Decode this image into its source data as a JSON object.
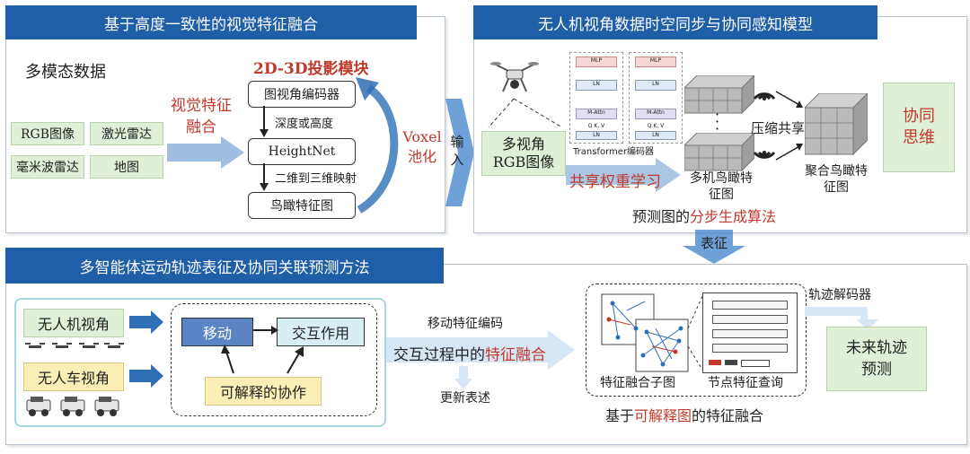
{
  "panel1": {
    "title": "基于高度一致性的视觉特征融合",
    "multimodal_label": "多模态数据",
    "inputs": [
      "RGB图像",
      "激光雷达",
      "毫米波雷达",
      "地图"
    ],
    "fusion_label": "视觉特征融合",
    "projection_title": "2D-3D投影模块",
    "encoder": "图视角编码器",
    "depth_label": "深度或高度",
    "heightnet": "HeightNet",
    "mapping_label": "二维到三维映射",
    "bev_feature": "鸟瞰特征图",
    "voxel_label": "Voxel池化"
  },
  "input_label": "输入",
  "panel2": {
    "title": "无人机视角数据时空同步与协同感知模型",
    "multiview": "多视角RGB图像",
    "transformer_label": "Transformer编码器",
    "shared_weight": "共享权重学习",
    "multi_bev": "多机鸟瞰特征图",
    "compress_share": "压缩共享",
    "agg_bev": "聚合鸟瞰特征图",
    "collab": "协同思维",
    "bottom_prefix": "预测图的",
    "bottom_highlight": "分步生成算法",
    "block_mlp": "MLP",
    "block_ln": "LN",
    "block_attn": "M-Attn",
    "block_qkv": "Q  K, V"
  },
  "represent_label": "表征",
  "panel3": {
    "title": "多智能体运动轨迹表征及协同关联预测方法",
    "uav_view": "无人机视角",
    "ugv_view": "无人车视角",
    "move": "移动",
    "interact": "交互作用",
    "explainable": "可解释的协作",
    "motion_encode": "移动特征编码",
    "fusion_prefix": "交互过程中的",
    "fusion_highlight": "特征融合",
    "update": "更新表述",
    "subgraph": "特征融合子图",
    "node_query": "节点特征查询",
    "bottom_prefix": "基于",
    "bottom_highlight": "可解释图",
    "bottom_suffix": "的特征融合",
    "decoder": "轨迹解码器",
    "future": "未来轨迹预测"
  },
  "colors": {
    "title_blue": "#1e5fa8",
    "arrow_blue": "#8fb3da",
    "red_text": "#c0392b",
    "green_box": "#dff0d6",
    "yellow_box": "#fbefb6",
    "move_box": "#5b84c4",
    "interact_box": "#d7eef5"
  },
  "icons": [
    "drone-icon",
    "car-icon",
    "wifi-signal-icon",
    "feature-grid-icon",
    "graph-icon"
  ]
}
